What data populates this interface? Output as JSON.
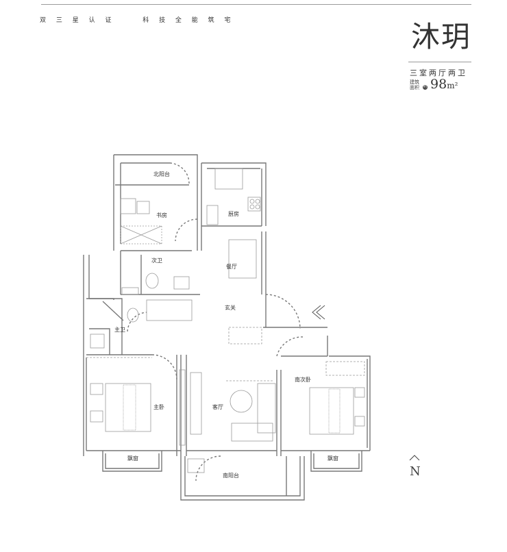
{
  "header": {
    "tagline_left": "双 三 星 认 证",
    "tagline_right": "科 技 全 能 筑 宅",
    "title": "沐玥",
    "layout": "三室两厅两卫",
    "area_label": "建筑面积",
    "area_circle": "约",
    "area_value": "98",
    "area_unit": "m²"
  },
  "rooms": {
    "north_balcony": "北阳台",
    "study": "书房",
    "kitchen": "厨房",
    "second_bath": "次卫",
    "dining": "餐厅",
    "foyer": "玄关",
    "master_bath": "主卫",
    "master_bedroom": "主卧",
    "living": "客厅",
    "second_bedroom": "南次卧",
    "bay_window_left": "飘窗",
    "bay_window_right": "飘窗",
    "south_balcony": "南阳台"
  },
  "compass": {
    "letter": "N"
  }
}
